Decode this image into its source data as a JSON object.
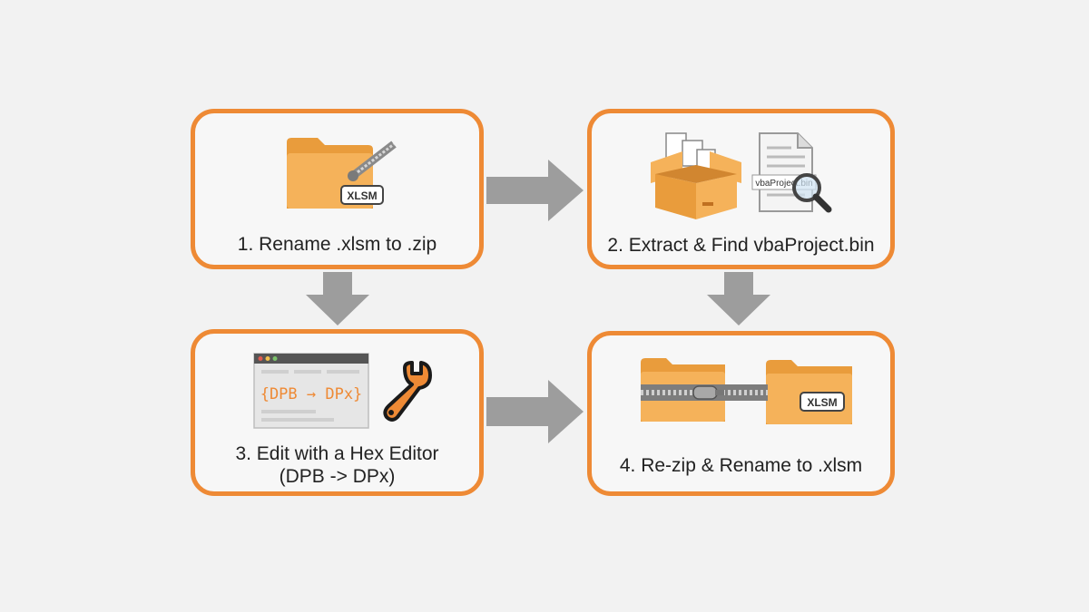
{
  "steps": [
    {
      "title": "1. Rename .xlsm to .zip"
    },
    {
      "title": "2. Extract & Find vbaProject.bin",
      "file_label": "vbaProject.bin"
    },
    {
      "title": "3. Edit with a Hex Editor",
      "subtitle": "(DPB -> DPx)",
      "code_text": "{DPB → DPx}"
    },
    {
      "title": "4. Re-zip & Rename to .xlsm"
    }
  ],
  "badge_label": "XLSM",
  "colors": {
    "border": "#ee8a35",
    "folder": "#f5b25a",
    "folder_back": "#e99c3c",
    "arrow": "#9d9d9d",
    "code_text": "#ee8a35"
  },
  "icons": [
    "folder-icon",
    "zipper-icon",
    "box-icon",
    "document-icon",
    "magnifier-icon",
    "editor-window-icon",
    "wrench-icon",
    "zipped-folders-icon"
  ]
}
